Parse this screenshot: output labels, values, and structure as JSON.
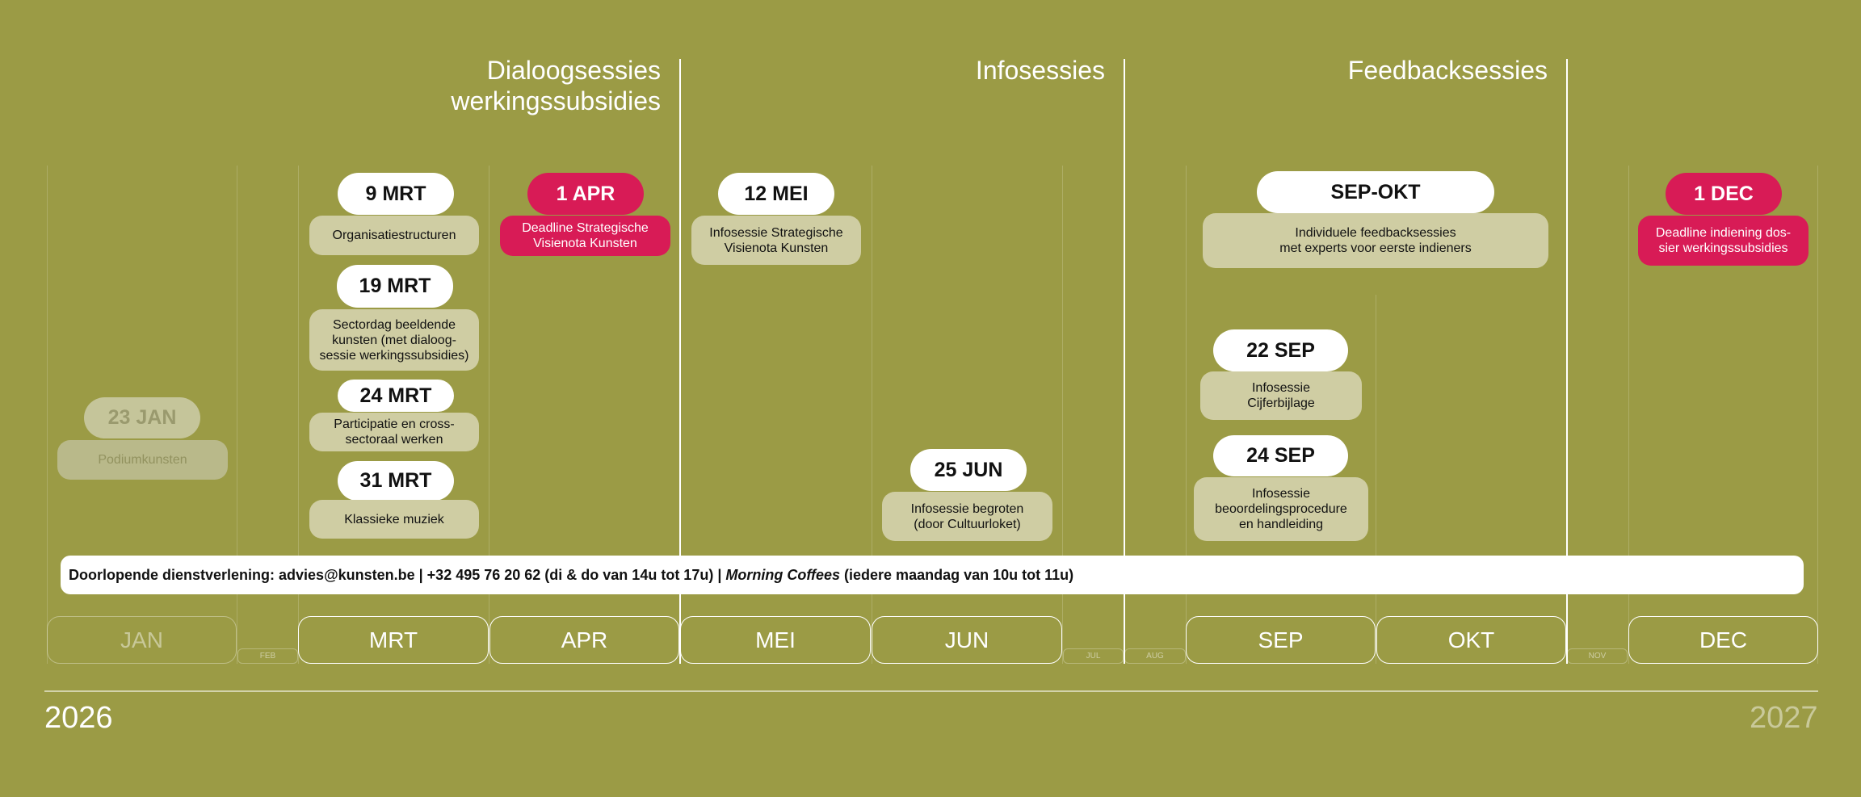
{
  "sections": {
    "dialoog": "Dialoogsessies\nwerkingssubsidies",
    "info": "Infosessies",
    "feedback": "Feedbacksessies"
  },
  "events": {
    "jan23": {
      "date": "23 JAN",
      "label": "Podiumkunsten"
    },
    "mrt9": {
      "date": "9 MRT",
      "label": "Organisatiestructuren"
    },
    "mrt19": {
      "date": "19 MRT",
      "label": "Sectordag beeldende\nkunsten (met dialoog-\nsessie werkingssubsidies)"
    },
    "mrt24": {
      "date": "24 MRT",
      "label": "Participatie en cross-\nsectoraal werken"
    },
    "mrt31": {
      "date": "31 MRT",
      "label": "Klassieke muziek"
    },
    "apr1": {
      "date": "1 APR",
      "label": "Deadline Strategische\nVisienota Kunsten"
    },
    "mei12": {
      "date": "12 MEI",
      "label": "Infosessie Strategische\nVisienota Kunsten"
    },
    "jun25": {
      "date": "25 JUN",
      "label": "Infosessie begroten\n(door Cultuurloket)"
    },
    "sepokt": {
      "date": "SEP-OKT",
      "label": "Individuele feedbacksessies\nmet experts voor eerste indieners"
    },
    "sep22": {
      "date": "22 SEP",
      "label": "Infosessie\nCijferbijlage"
    },
    "sep24": {
      "date": "24 SEP",
      "label": "Infosessie\nbeoordelingsprocedure\nen handleiding"
    },
    "dec1": {
      "date": "1 DEC",
      "label": "Deadline indiening dos-\nsier werkingssubsidies"
    }
  },
  "banner": {
    "prefix": "Doorlopende dienstverlening: advies@kunsten.be | +32 495 76 20 62 (di & do van 14u tot 17u) | ",
    "italic": "Morning Coffees",
    "suffix": " (iedere maandag van 10u tot 11u)"
  },
  "months": {
    "jan": "JAN",
    "feb": "FEB",
    "mrt": "MRT",
    "apr": "APR",
    "mei": "MEI",
    "jun": "JUN",
    "jul": "JUL",
    "aug": "AUG",
    "sep": "SEP",
    "okt": "OKT",
    "nov": "NOV",
    "dec": "DEC"
  },
  "years": {
    "current": "2026",
    "next": "2027"
  },
  "colors": {
    "background": "#9b9b45",
    "deadline_red": "#d81b56",
    "tan_box": "#cfcda3",
    "white": "#ffffff"
  }
}
